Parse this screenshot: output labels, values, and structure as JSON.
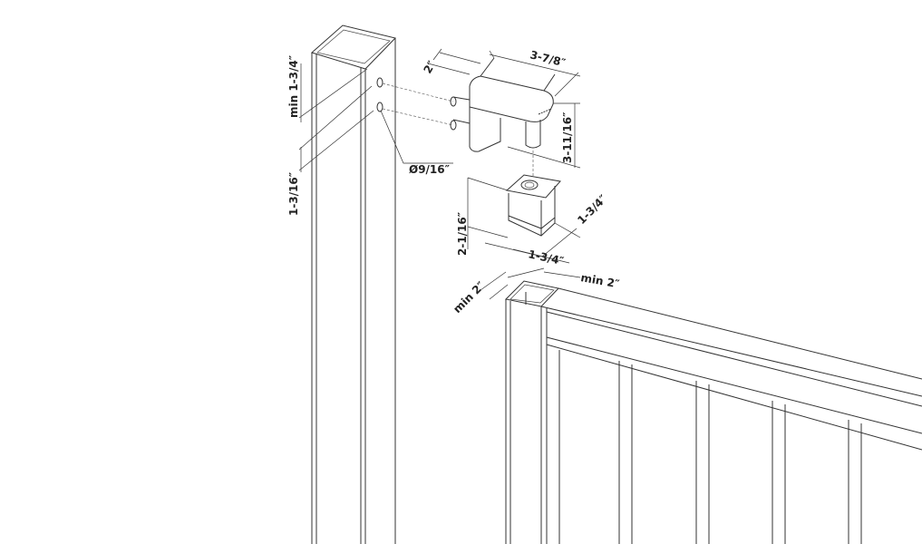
{
  "dimensions": {
    "post_hole_offset": "min 1-3/4″",
    "hole_spacing": "1-3/16″",
    "hole_diameter": "Ø9/16″",
    "bracket_depth": "2″",
    "bracket_width": "3-7/8″",
    "bracket_height": "3-11/16″",
    "cap_height": "2-1/16″",
    "cap_depth": "1-3/4″",
    "cap_width": "1-3/4″",
    "post_min_width": "min 2″",
    "post_min_depth": "min 2″"
  }
}
